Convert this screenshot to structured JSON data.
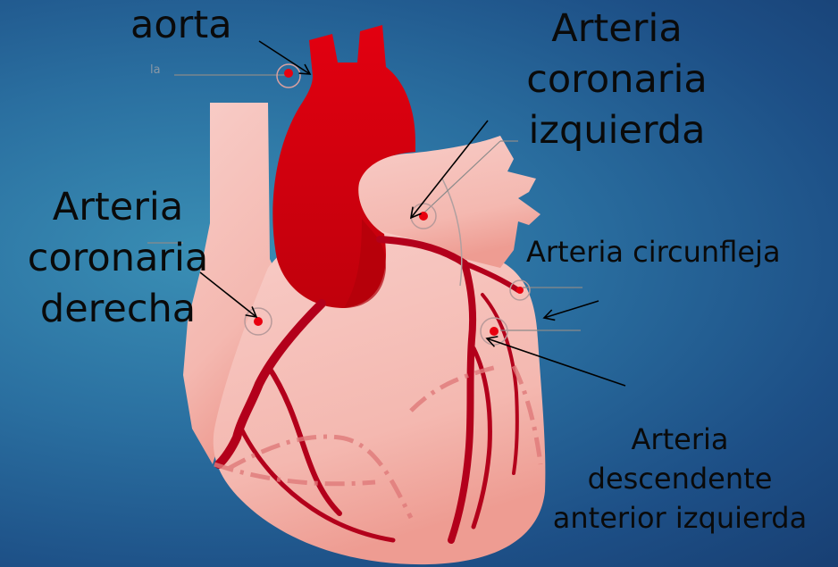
{
  "labels": {
    "aorta": "aorta",
    "left_coronary": [
      "Arteria",
      "coronaria",
      "izquierda"
    ],
    "right_coronary": [
      "Arteria",
      "coronaria",
      "derecha"
    ],
    "circumflex": "Arteria circunfleja",
    "lad": [
      "Arteria",
      "descendente",
      "anterior izquierda"
    ],
    "mark": "la"
  },
  "colors": {
    "background": "#2a6fa0",
    "heart_tissue": "#f4b8b2",
    "aorta": "#d4000a",
    "artery": "#b3001b",
    "marker": "#e8000f"
  }
}
